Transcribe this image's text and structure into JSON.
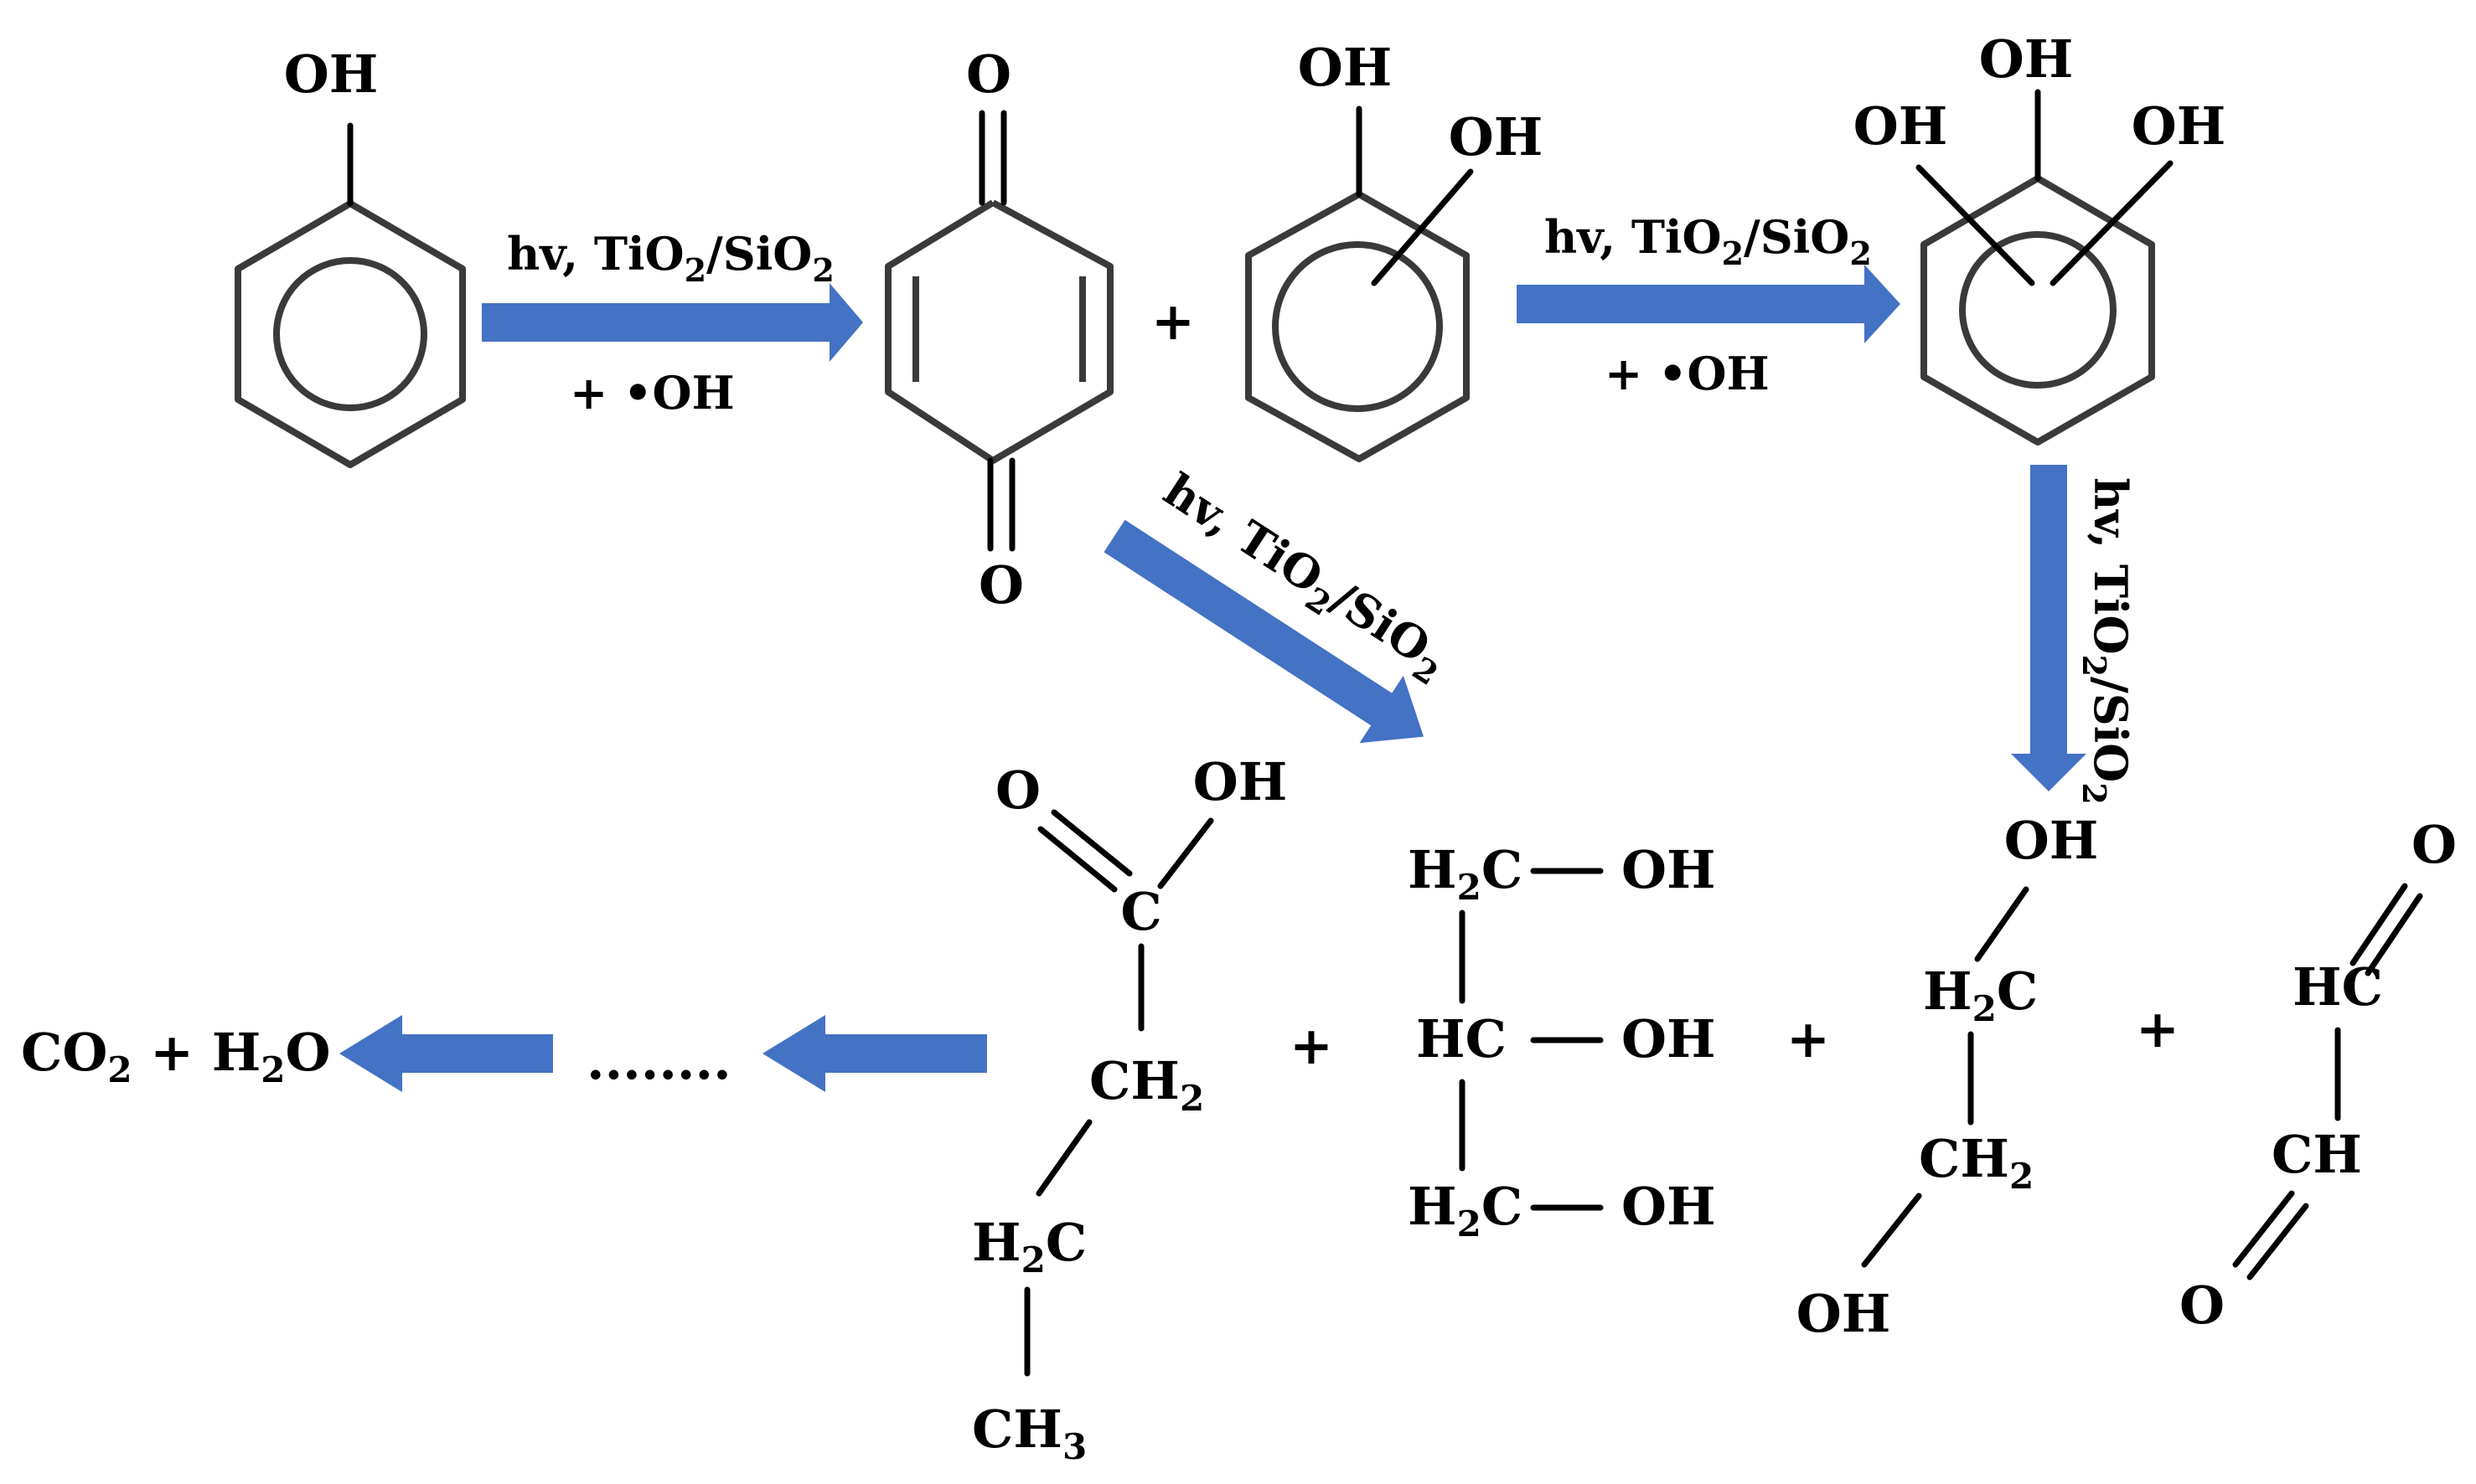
{
  "colors": {
    "arrow": "#4472c4",
    "bond": "#000000",
    "ring": "#3a3a3a"
  },
  "reagent": {
    "hv_sub": "hv, TiO",
    "sub2": "2",
    "slash_si": "/SiO",
    "oh_radical": "+ •OH",
    "plus": "+"
  },
  "phenol": {
    "oh": "OH"
  },
  "benzoquinone": {
    "o_top": "O",
    "o_bottom": "O"
  },
  "catechol": {
    "oh1": "OH",
    "oh2": "OH"
  },
  "pyrogallol": {
    "oh_top": "OH",
    "oh_left": "OH",
    "oh_right": "OH"
  },
  "butyric_acid": {
    "o": "O",
    "oh": "OH",
    "c": "C",
    "ch2": "CH",
    "h2c": "H",
    "c_suffix": "C",
    "ch3": "CH",
    "n2": "2",
    "n3": "3"
  },
  "glycerol": {
    "h2c": "H",
    "c": "C",
    "hc": "HC",
    "oh": "OH",
    "n2": "2"
  },
  "ethylene_glycol": {
    "oh": "OH",
    "h2c": "H",
    "c": "C",
    "ch2": "CH",
    "n2": "2"
  },
  "glyoxal": {
    "o": "O",
    "hc": "HC",
    "ch": "CH"
  },
  "final": {
    "co": "CO",
    "plus_h": " + H",
    "o": "O",
    "n2": "2",
    "dots": "........"
  }
}
